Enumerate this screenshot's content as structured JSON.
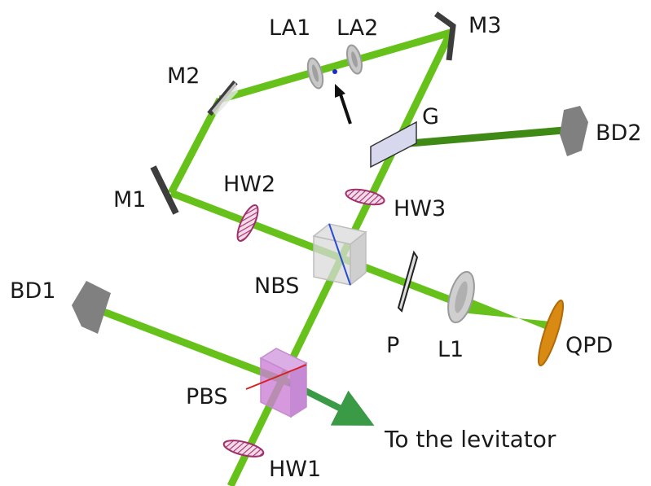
{
  "labels": {
    "la1": "LA1",
    "la2": "LA2",
    "m3": "M3",
    "m2": "M2",
    "g": "G",
    "bd2": "BD2",
    "m1": "M1",
    "hw2": "HW2",
    "hw3": "HW3",
    "bd1": "BD1",
    "nbs": "NBS",
    "p": "P",
    "l1": "L1",
    "qpd": "QPD",
    "pbs": "PBS",
    "to_levitator": "To the levitator",
    "hw1": "HW1"
  },
  "colors": {
    "beam": "#66c21a",
    "beam_dark": "#3f8a14",
    "mirror": "#3d3d3d",
    "waveplate": "#a0306a",
    "pbs_cube": "#cc7fd6",
    "nbs_cube": "#c9c9c9",
    "beam_dump": "#808080",
    "qpd": "#d98a12",
    "arrow_out": "#3a9a46",
    "pbs_split_line": "#d62020",
    "nbs_split_line": "#2a4bd6"
  }
}
